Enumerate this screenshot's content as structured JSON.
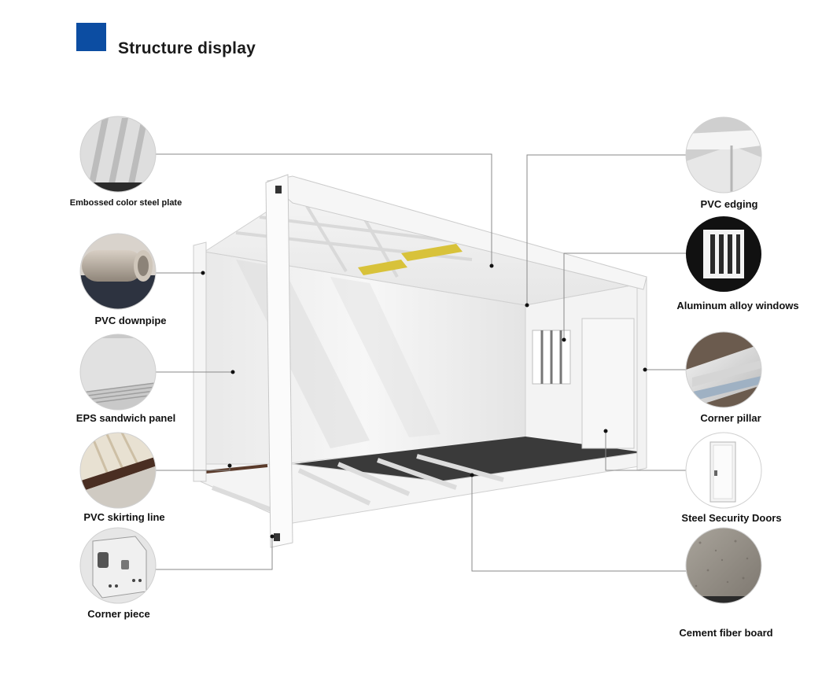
{
  "header": {
    "title": "Structure display",
    "accent_color": "#0c4da2"
  },
  "components": {
    "embossed_color_steel_plate": "Embossed color steel plate",
    "pvc_downpipe": "PVC downpipe",
    "eps_sandwich_panel": "EPS sandwich panel",
    "pvc_skirting_line": "PVC skirting line",
    "corner_piece": "Corner piece",
    "pvc_edging": "PVC edging",
    "aluminum_alloy_windows": "Aluminum alloy windows",
    "corner_pillar": "Corner pillar",
    "steel_security_doors": "Steel Security Doors",
    "cement_fiber_board": "Cement fiber board"
  },
  "icons": {
    "embossed_color_steel_plate": "corrugated-steel-sheet-icon",
    "pvc_downpipe": "pipe-icon",
    "eps_sandwich_panel": "panel-stack-icon",
    "pvc_skirting_line": "skirting-strip-icon",
    "corner_piece": "corner-casting-icon",
    "pvc_edging": "edging-corner-icon",
    "aluminum_alloy_windows": "window-bars-icon",
    "corner_pillar": "steel-pillar-icon",
    "steel_security_doors": "door-icon",
    "cement_fiber_board": "fiber-board-texture-icon"
  }
}
